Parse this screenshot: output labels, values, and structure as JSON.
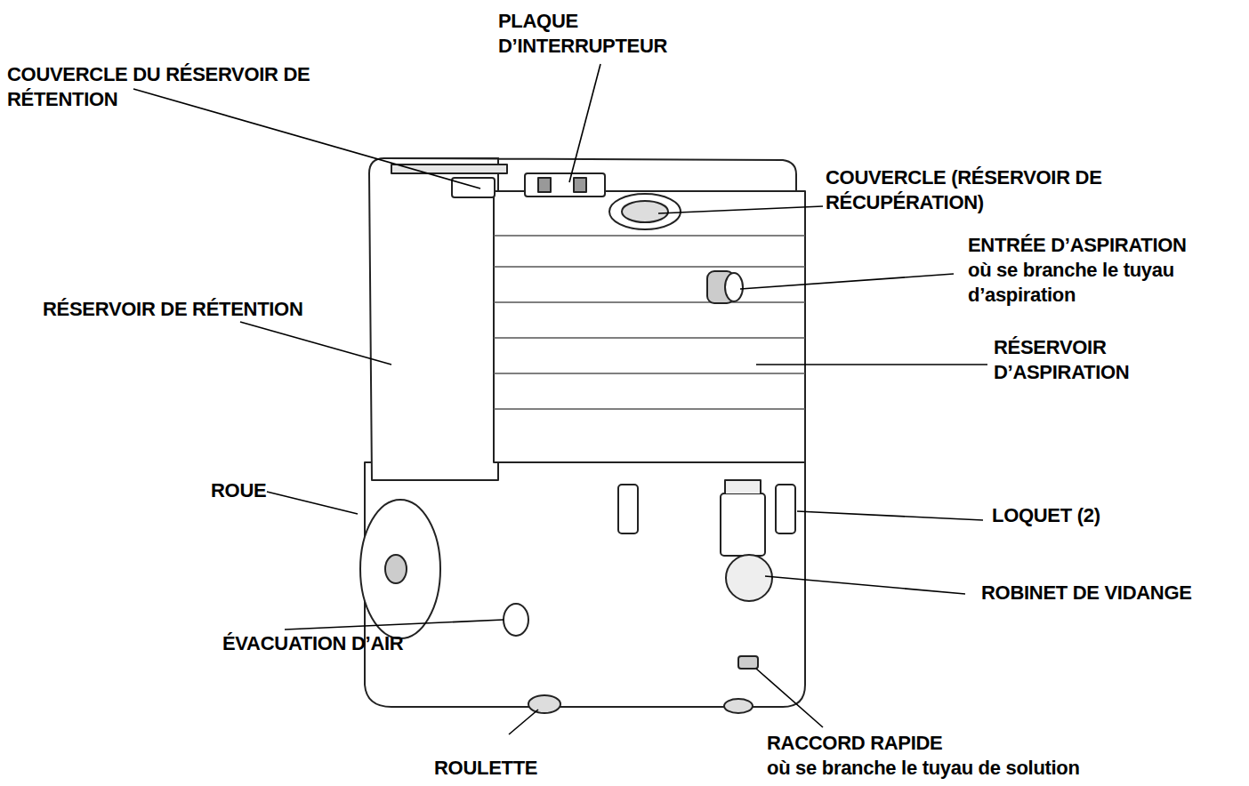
{
  "diagram": {
    "labels": [
      "PLAQUE D’INTERRUPTEUR",
      "COUVERCLE DU RÉSERVOIR DE RÉTENTION",
      "COUVERCLE (RÉSERVOIR DE RÉCUPÉRATION)",
      "ENTRÉE D’ASPIRATION",
      "où se branche le tuyau d’aspiration",
      "RÉSERVOIR DE RÉTENTION",
      "RÉSERVOIR D’ASPIRATION",
      "LOQUET (2)",
      "ROUE",
      "ROBINET DE VIDANGE",
      "ÉVACUATION D’AIR",
      "RACCORD RAPIDE",
      "où se branche le tuyau de solution",
      "ROULETTE"
    ]
  }
}
